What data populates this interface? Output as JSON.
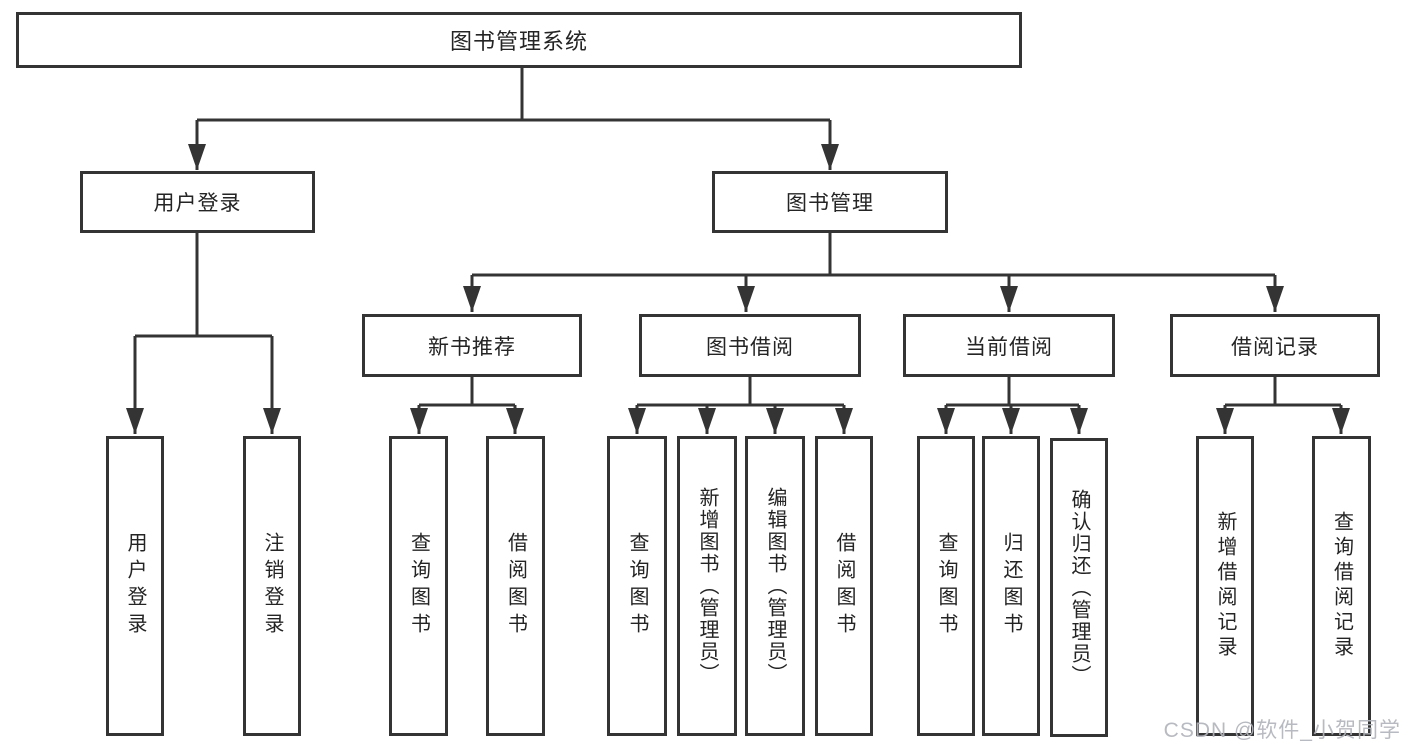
{
  "tree": {
    "root": {
      "label": "图书管理系统"
    },
    "level2": [
      {
        "label": "用户登录"
      },
      {
        "label": "图书管理"
      }
    ],
    "level3": [
      {
        "label": "新书推荐"
      },
      {
        "label": "图书借阅"
      },
      {
        "label": "当前借阅"
      },
      {
        "label": "借阅记录"
      }
    ],
    "leaves": {
      "user_login": [
        {
          "label": "用户登录"
        },
        {
          "label": "注销登录"
        }
      ],
      "new_book": [
        {
          "label": "查询图书"
        },
        {
          "label": "借阅图书"
        }
      ],
      "book_borrow": [
        {
          "label": "查询图书"
        },
        {
          "label": "新增图书（管理员）"
        },
        {
          "label": "编辑图书（管理员）"
        },
        {
          "label": "借阅图书"
        }
      ],
      "current_borrow": [
        {
          "label": "查询图书"
        },
        {
          "label": "归还图书"
        },
        {
          "label": "确认归还（管理员）"
        }
      ],
      "borrow_record": [
        {
          "label": "新增借阅记录"
        },
        {
          "label": "查询借阅记录"
        }
      ]
    }
  },
  "watermark": {
    "text": "CSDN @软件_小贺同学"
  },
  "colors": {
    "line": "#343434",
    "box_border": "#343434",
    "box_bg": "#ffffff",
    "text": "#242424",
    "watermark": "#b2b4bc"
  }
}
